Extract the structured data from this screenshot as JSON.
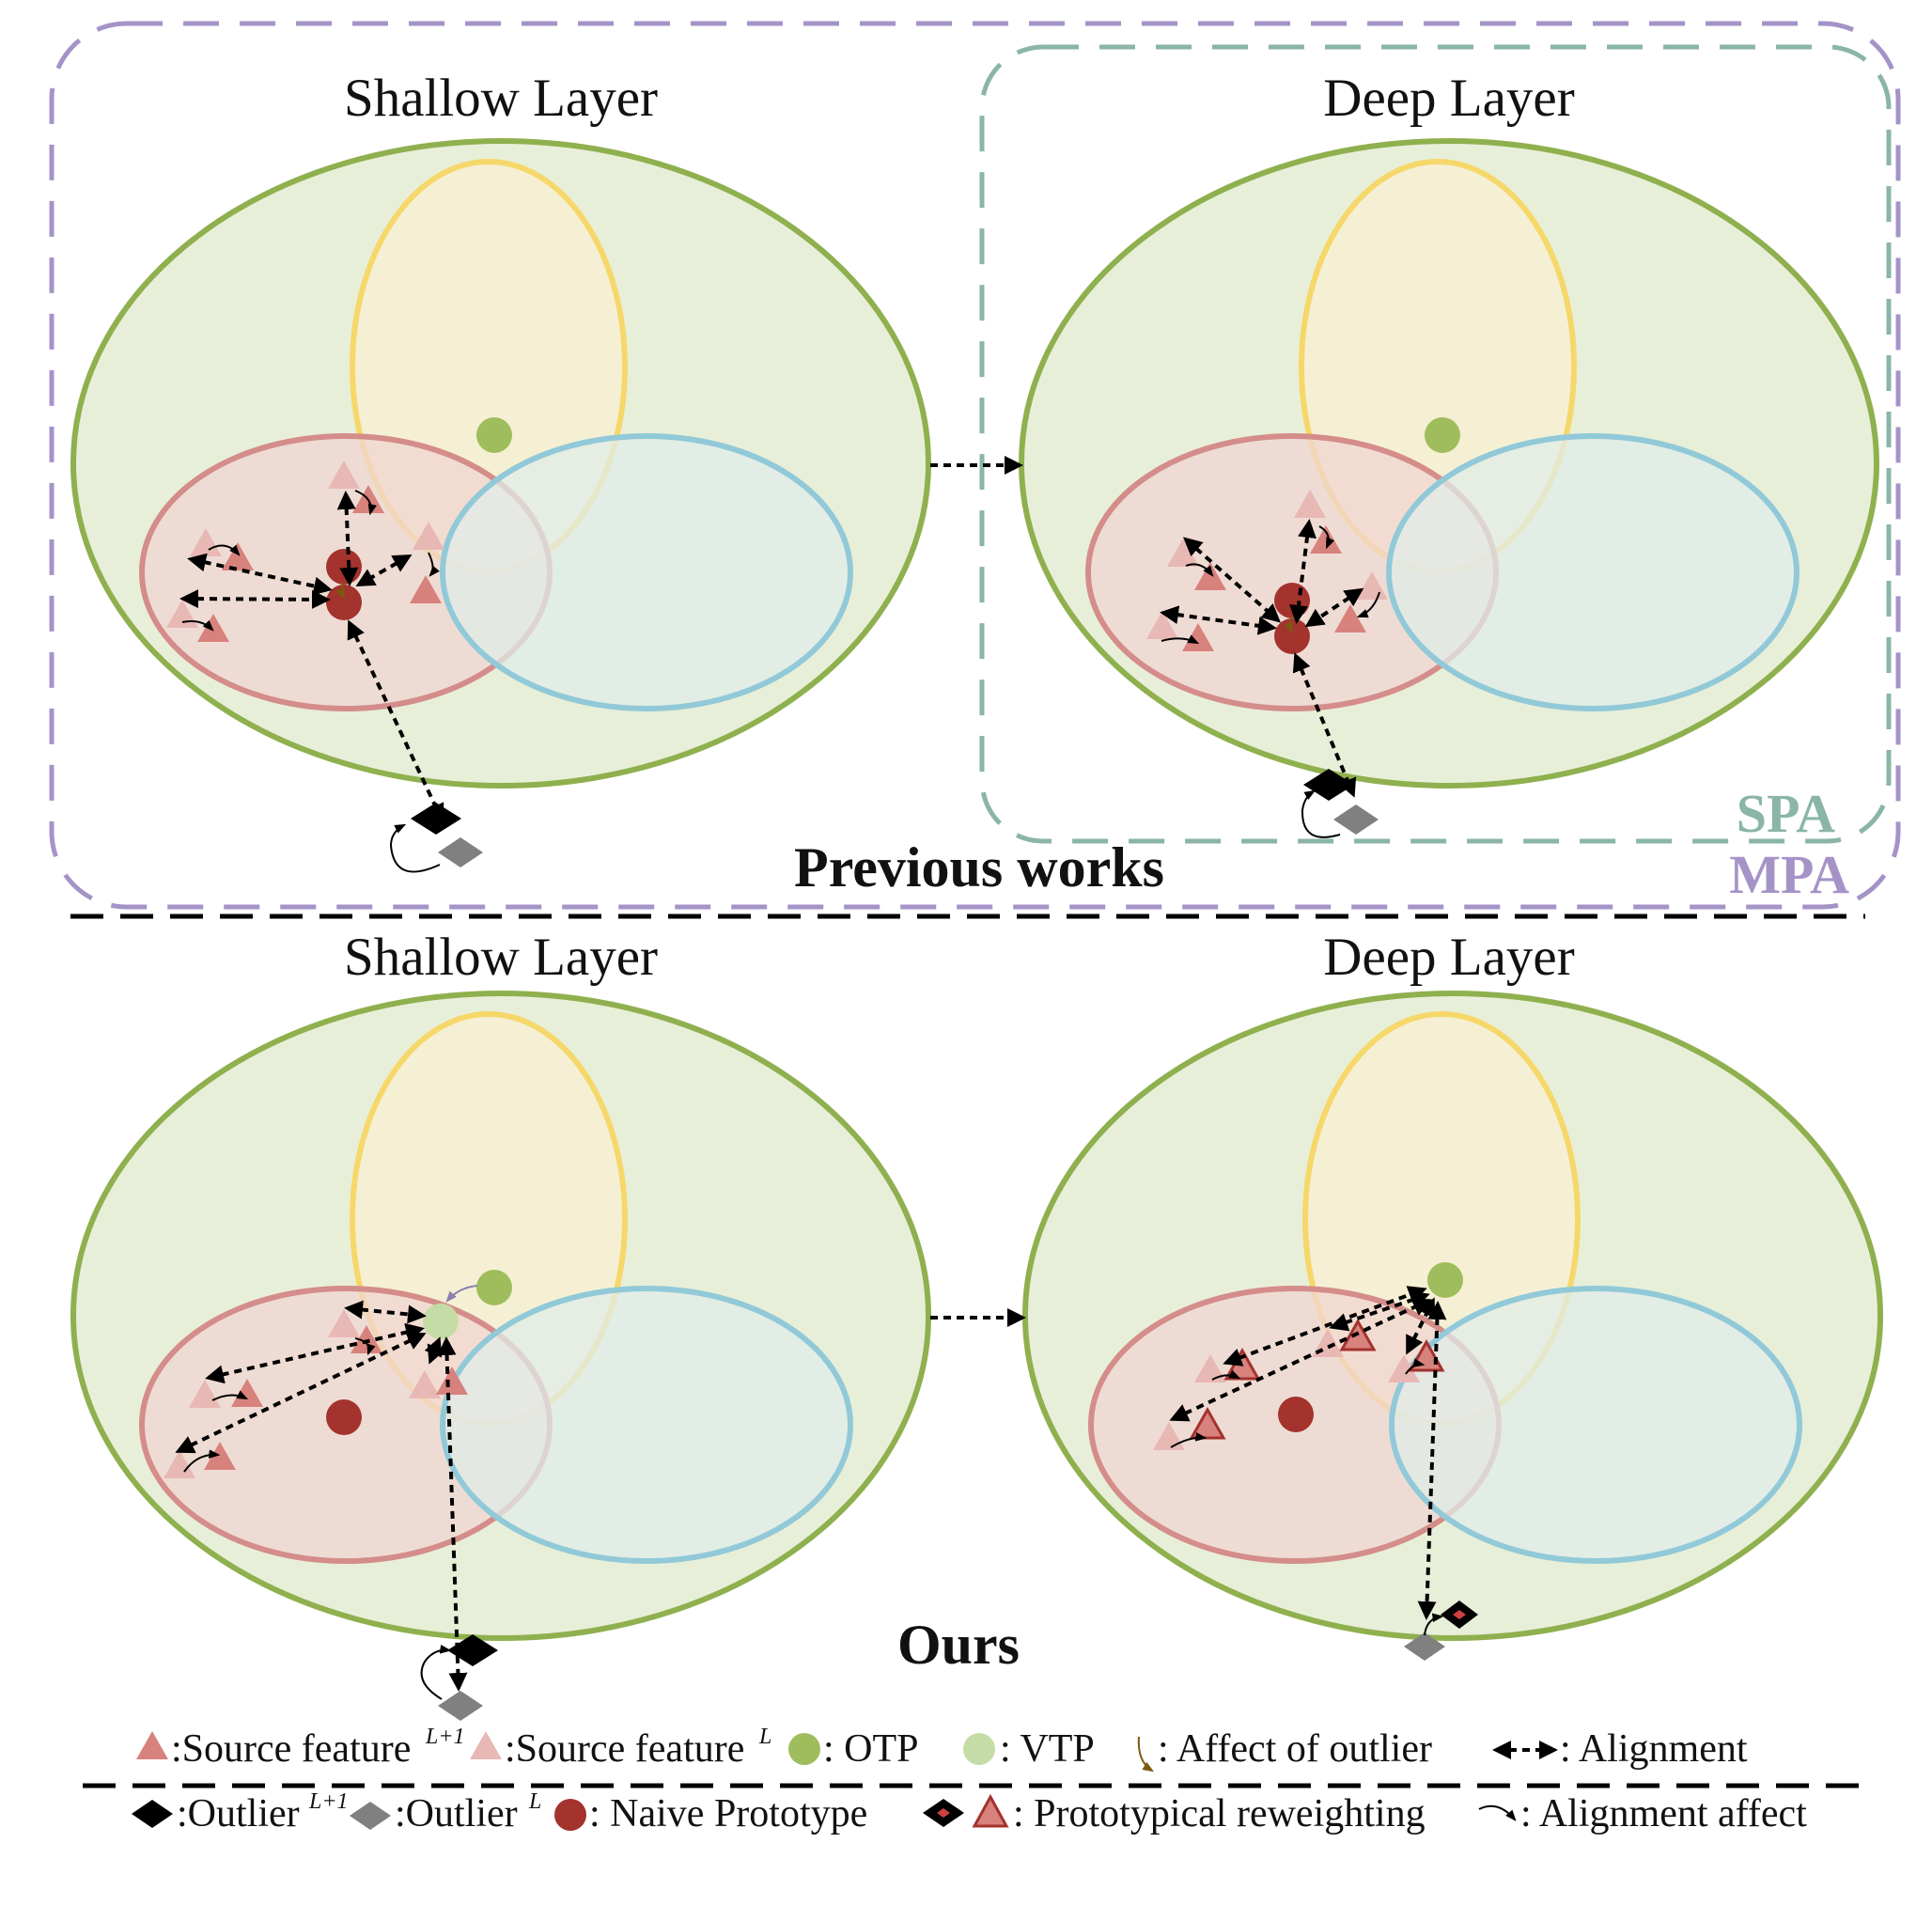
{
  "top": {
    "shallow_title": "Shallow Layer",
    "deep_title": "Deep Layer",
    "section_label": "Previous works",
    "spa_label": "SPA",
    "mpa_label": "MPA"
  },
  "bottom": {
    "shallow_title": "Shallow Layer",
    "deep_title": "Deep Layer",
    "section_label": "Ours"
  },
  "legend": {
    "row1": [
      {
        "icon": "dark-triangle-icon",
        "text": ":Source feature",
        "sup": "L+1"
      },
      {
        "icon": "light-triangle-icon",
        "text": ":Source feature",
        "sup": "L"
      },
      {
        "icon": "otp-dot-icon",
        "text": ": OTP"
      },
      {
        "icon": "vtp-dot-icon",
        "text": ": VTP"
      },
      {
        "icon": "outlier-affect-arrow-icon",
        "text": ": Affect of outlier"
      },
      {
        "icon": "alignment-arrow-icon",
        "text": ": Alignment"
      }
    ],
    "row2": [
      {
        "icon": "black-diamond-icon",
        "text": ":Outlier",
        "sup": "L+1"
      },
      {
        "icon": "gray-diamond-icon",
        "text": ":Outlier",
        "sup": "L"
      },
      {
        "icon": "naive-prototype-dot-icon",
        "text": ": Naive Prototype"
      },
      {
        "icon": "reweighting-icons",
        "text": ": Prototypical reweighting"
      },
      {
        "icon": "alignment-affect-arrow-icon",
        "text": ": Alignment affect"
      }
    ]
  },
  "colors": {
    "green_class": "#8fb04e",
    "green_fill": "#e8efd9",
    "yellow_class": "#f6d76a",
    "red_class": "#d48d8a",
    "blue_class": "#91c9d8",
    "otp": "#9fbd5c",
    "vtp": "#c6dca6",
    "naive_prototype": "#a4322d",
    "source_feature_dark": "#d8827d",
    "source_feature_light": "#e8b8b5",
    "outlier_dark": "#000000",
    "outlier_light": "#808080",
    "spa_box": "#8ab5a7",
    "mpa_box": "#a593c8"
  }
}
